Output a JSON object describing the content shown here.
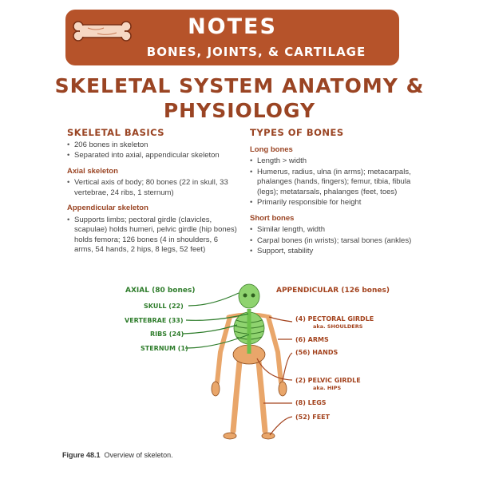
{
  "header": {
    "notes": "NOTES",
    "subtitle": "BONES, JOINTS, & CARTILAGE",
    "icon": "bone-icon",
    "color": "#b6532a"
  },
  "title": {
    "line1": "SKELETAL SYSTEM ANATOMY &",
    "line2": "PHYSIOLOGY"
  },
  "left": {
    "heading": "SKELETAL BASICS",
    "basics": [
      "206 bones in skeleton",
      "Separated into axial, appendicular skeleton"
    ],
    "axial_heading": "Axial skeleton",
    "axial": [
      "Vertical axis of body; 80 bones (22 in skull, 33 vertebrae, 24 ribs, 1 sternum)"
    ],
    "appendicular_heading": "Appendicular skeleton",
    "appendicular": [
      "Supports limbs; pectoral girdle (clavicles, scapulae) holds humeri, pelvic girdle (hip bones) holds femora; 126 bones (4 in shoulders, 6 arms, 54 hands, 2 hips, 8 legs, 52 feet)"
    ]
  },
  "right": {
    "heading": "TYPES OF BONES",
    "long_heading": "Long bones",
    "long": [
      "Length > width",
      "Humerus, radius, ulna (in arms); metacarpals, phalanges (hands, fingers); femur, tibia, fibula (legs); metatarsals, phalanges (feet, toes)",
      "Primarily responsible for height"
    ],
    "short_heading": "Short bones",
    "short": [
      "Similar length, width",
      "Carpal bones (in wrists); tarsal bones (ankles)",
      "Support, stability"
    ]
  },
  "figure": {
    "axial_header": "AXIAL (80 bones)",
    "appendicular_header": "APPENDICULAR (126 bones)",
    "axial_labels": [
      "SKULL (22)",
      "VERTEBRAE (33)",
      "RIBS (24)",
      "STERNUM (1)"
    ],
    "pectoral_line1": "(4) PECTORAL GIRDLE",
    "pectoral_line2": "aka. SHOULDERS",
    "arms": "(6) ARMS",
    "hands": "(56) HANDS",
    "pelvic_line1": "(2) PELVIC GIRDLE",
    "pelvic_line2": "aka. HIPS",
    "legs": "(8) LEGS",
    "feet": "(52) FEET",
    "axial_color": "#2f7d2c",
    "appendicular_color": "#a3431e",
    "bone_color": "#e9a66a"
  },
  "caption": {
    "label": "Figure 48.1",
    "text": "Overview of skeleton."
  }
}
